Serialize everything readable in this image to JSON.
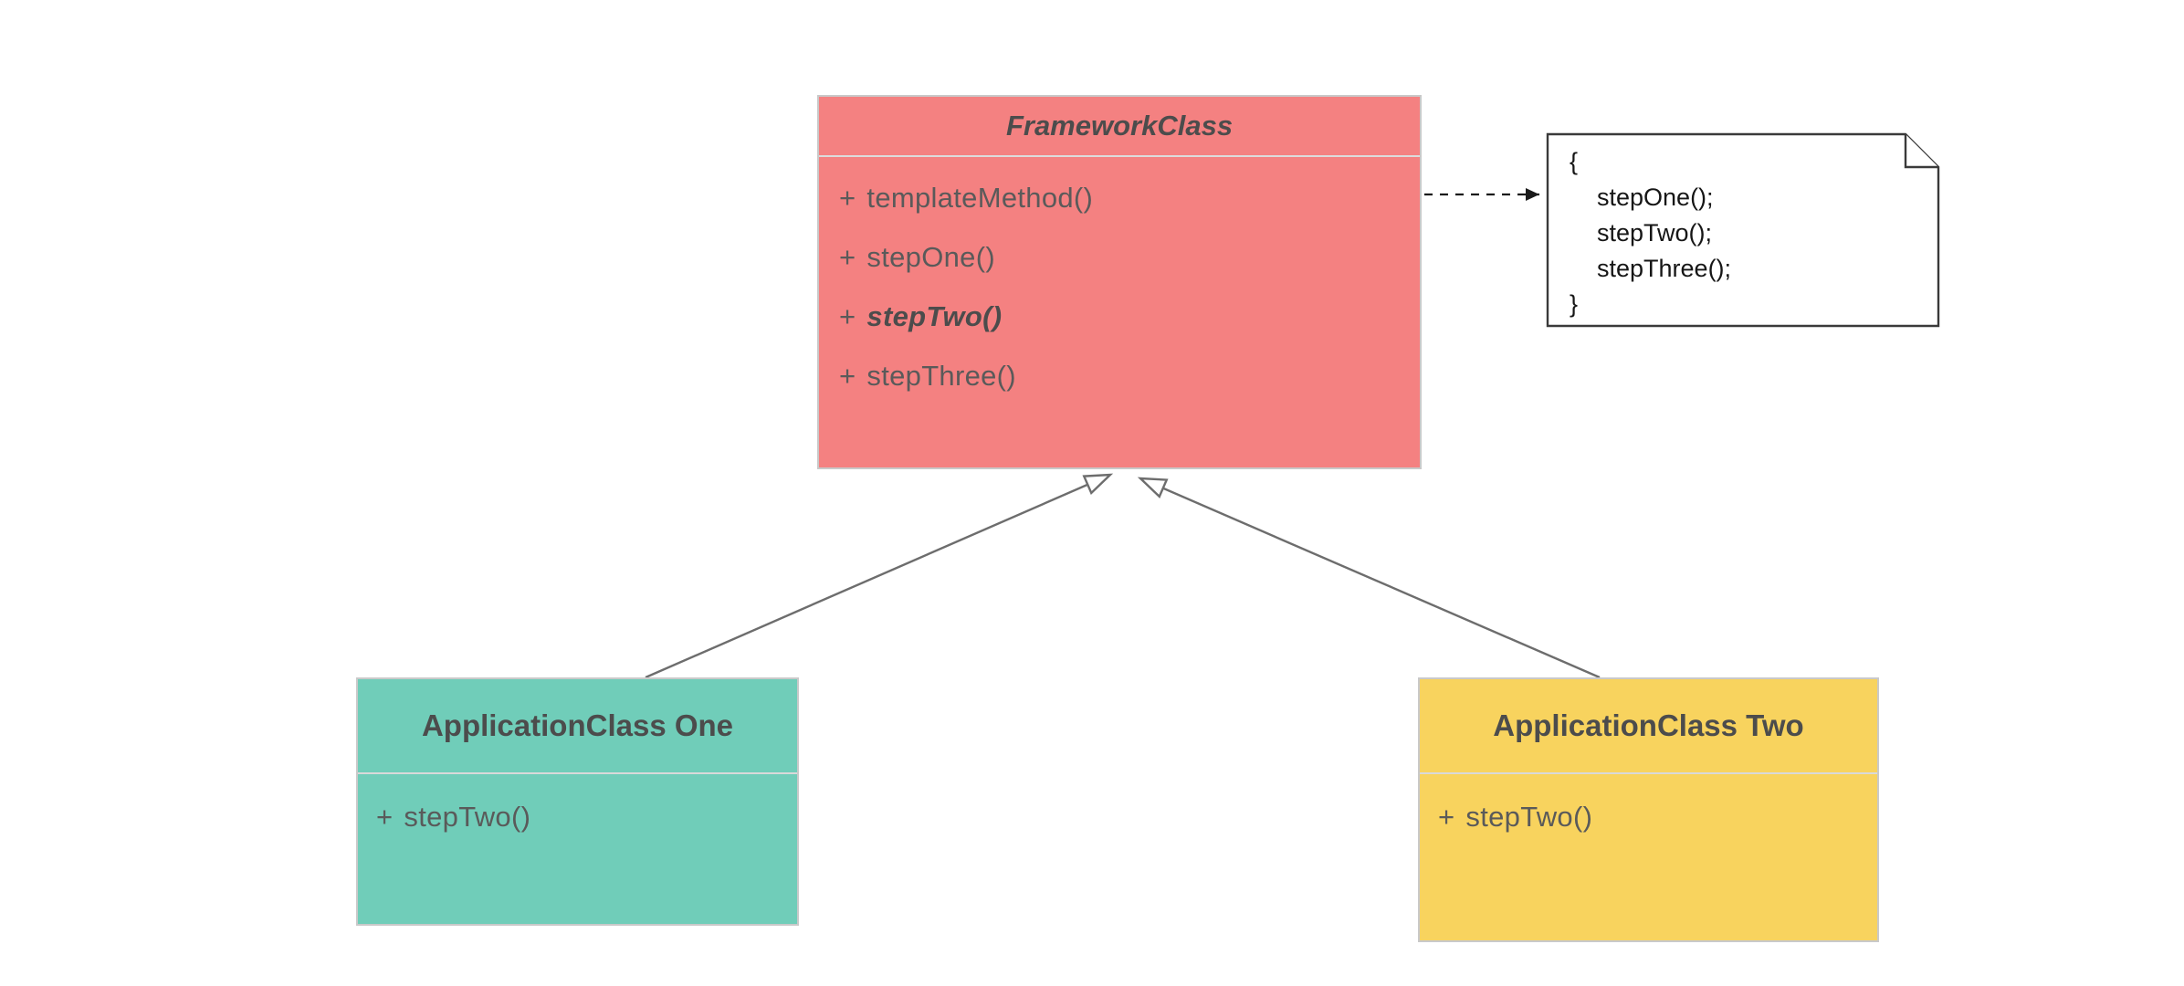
{
  "diagram": {
    "framework_class": {
      "title": "FrameworkClass",
      "methods": [
        {
          "prefix": "+",
          "name": "templateMethod()",
          "emphasis": false
        },
        {
          "prefix": "+",
          "name": "stepOne()",
          "emphasis": false
        },
        {
          "prefix": "+",
          "name": "stepTwo()",
          "emphasis": true
        },
        {
          "prefix": "+",
          "name": "stepThree()",
          "emphasis": false
        }
      ],
      "fill": "#f48181"
    },
    "note": {
      "lines": [
        "{",
        "stepOne();",
        "stepTwo();",
        "stepThree();",
        "}"
      ]
    },
    "application_class_one": {
      "title": "ApplicationClass One",
      "methods": [
        {
          "prefix": "+",
          "name": "stepTwo()"
        }
      ],
      "fill": "#70cdb9"
    },
    "application_class_two": {
      "title": "ApplicationClass Two",
      "methods": [
        {
          "prefix": "+",
          "name": "stepTwo()"
        }
      ],
      "fill": "#f8d35e"
    },
    "colors": {
      "class_border": "#c9c9c9",
      "connector_gray": "#6d6d6d",
      "dependency_black": "#1a1a1a",
      "title_text": "#4c4c4c",
      "method_text": "#5a5a5a"
    }
  }
}
